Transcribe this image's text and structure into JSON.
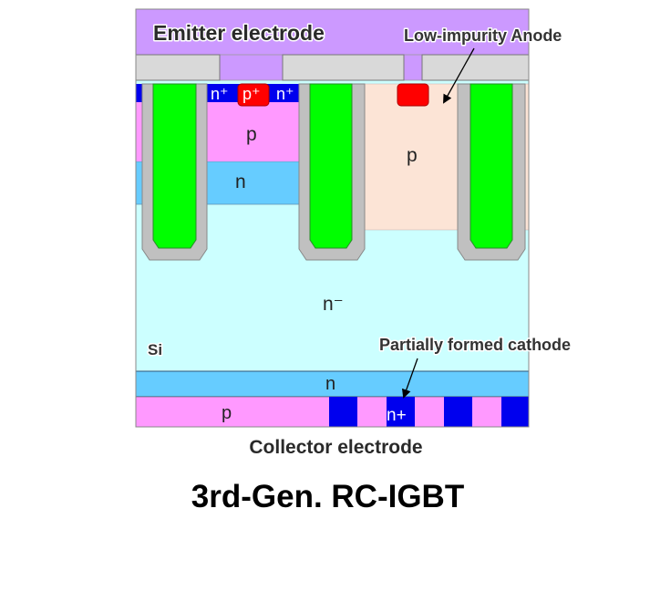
{
  "diagram": {
    "emitter_label": "Emitter electrode",
    "anode_annotation": "Low-impurity Anode",
    "cathode_annotation": "Partially formed cathode",
    "silicon_label": "Si",
    "regions": {
      "n_plus_left": "n⁺",
      "p_plus": "p⁺",
      "n_plus_right": "n⁺",
      "p_body": "p",
      "n_layer_top": "n",
      "p_anode": "p",
      "n_drift": "n⁻",
      "n_buffer": "n",
      "p_collector": "p",
      "n_plus_cathode": "n+"
    },
    "collector_label": "Collector electrode",
    "title": "3rd-Gen. RC-IGBT",
    "colors": {
      "emitter": "#cc99ff",
      "oxide": "#d9d9d9",
      "gate": "#00ff00",
      "trench_liner": "#c0c0c0",
      "n_plus": "#0000ee",
      "p_plus": "#ff0000",
      "p_body": "#ff99ff",
      "n_layer": "#66ccff",
      "p_anode": "#fce4d6",
      "n_drift": "#ccffff"
    }
  }
}
